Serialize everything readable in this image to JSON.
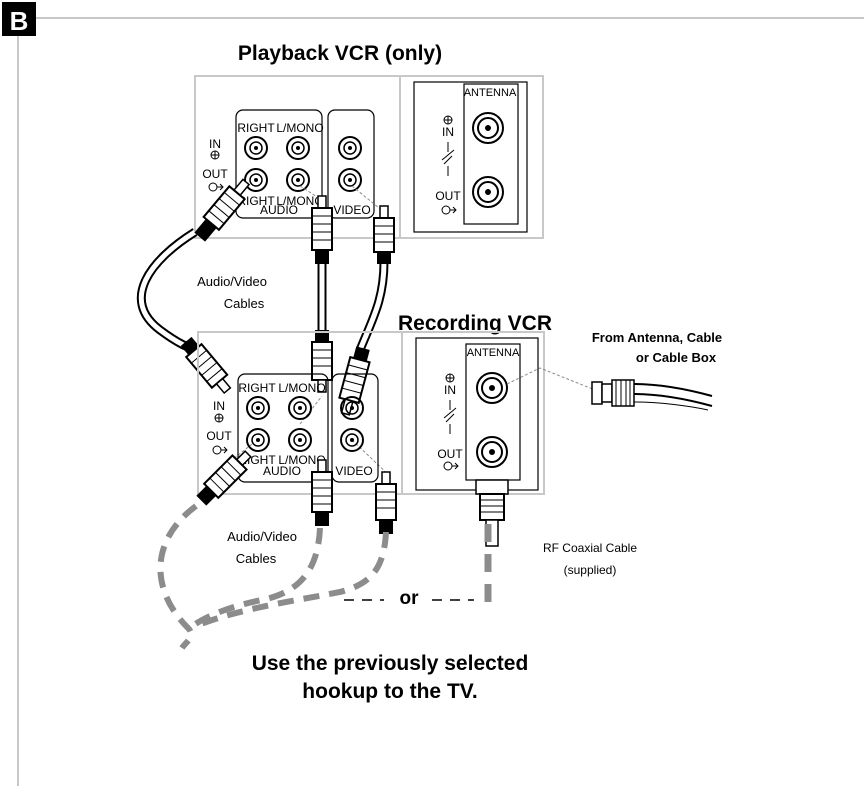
{
  "section_badge": "B",
  "playback_vcr": {
    "title": "Playback VCR (only)",
    "audio_jacks": {
      "right": "RIGHT",
      "left": "L/MONO",
      "group": "AUDIO"
    },
    "video_group": "VIDEO",
    "in_label": "IN",
    "out_label": "OUT",
    "antenna_label": "ANTENNA"
  },
  "recording_vcr": {
    "title": "Recording VCR",
    "audio_jacks": {
      "right": "RIGHT",
      "left": "L/MONO",
      "group": "AUDIO"
    },
    "video_group": "VIDEO",
    "in_label": "IN",
    "out_label": "OUT",
    "antenna_label": "ANTENNA"
  },
  "labels": {
    "av_cables_top": [
      "Audio/Video",
      "Cables"
    ],
    "av_cables_bottom": [
      "Audio/Video",
      "Cables"
    ],
    "from_antenna": [
      "From Antenna, Cable",
      "or Cable Box"
    ],
    "rf_cable": [
      "RF Coaxial Cable",
      "(supplied)"
    ],
    "or": "or",
    "footer": [
      "Use the previously selected",
      "hookup to the TV."
    ]
  },
  "colors": {
    "ink": "#000000",
    "panel_border": "#c8c8c8",
    "dash": "#8c8c8c",
    "plug_fill": "#ffffff"
  }
}
